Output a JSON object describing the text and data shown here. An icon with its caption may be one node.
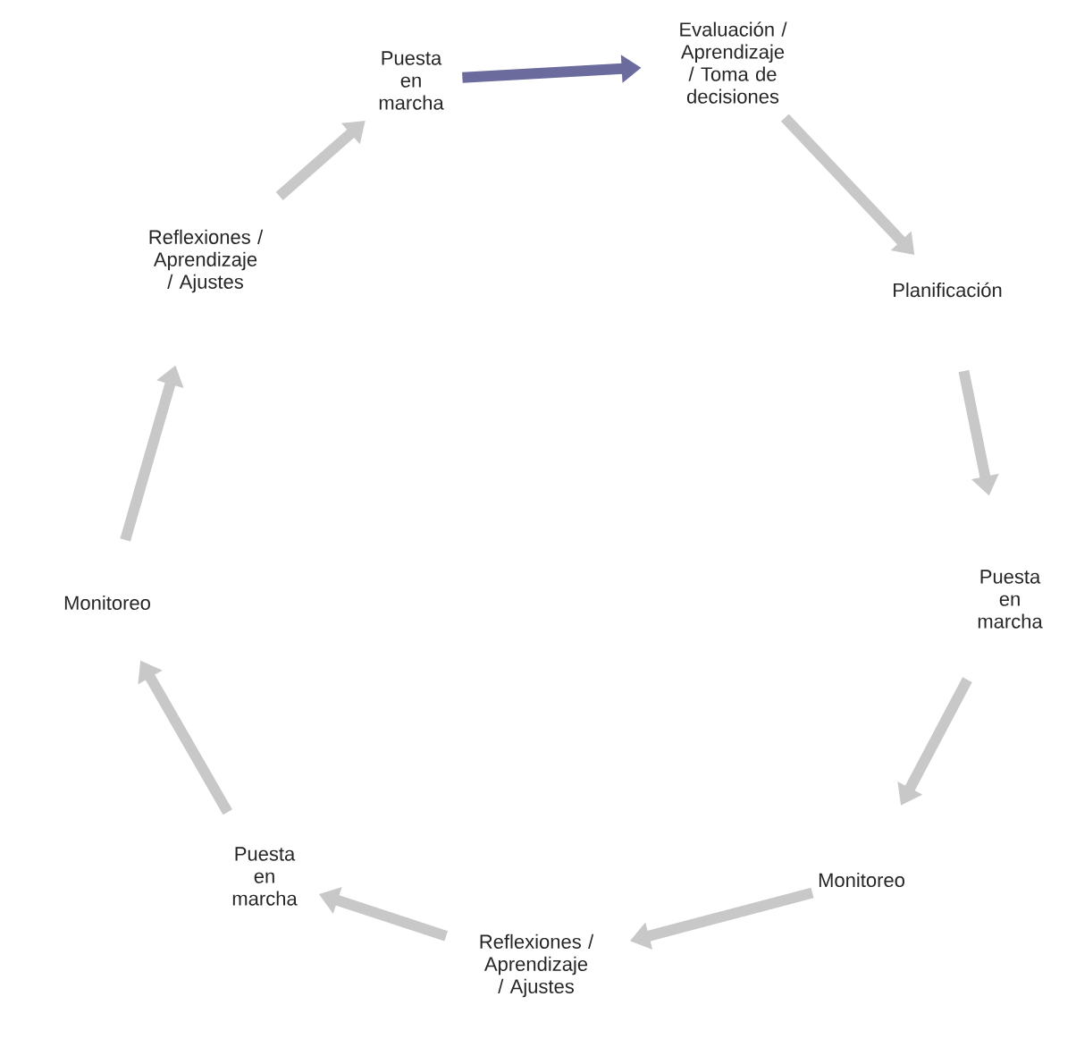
{
  "diagram": {
    "nodes": [
      {
        "text": [
          "Puesta en marcha"
        ]
      },
      {
        "text": [
          "Evaluación / Aprendizaje / Toma de decisiones"
        ]
      },
      {
        "text": [
          "Planificación"
        ]
      },
      {
        "text": [
          "Puesta en marcha"
        ]
      },
      {
        "text": [
          "Monitoreo"
        ]
      },
      {
        "text": [
          "Reflexiones / Aprendizaje / Ajustes"
        ]
      },
      {
        "text": [
          "Puesta en marcha"
        ]
      },
      {
        "text": [
          "Monitoreo"
        ]
      },
      {
        "text": [
          "Reflexiones / Aprendizaje / Ajustes"
        ]
      }
    ],
    "edges": [
      {
        "from": 0,
        "to": 1,
        "arrow": "to",
        "color": "#6b6b9e"
      },
      {
        "from": 1,
        "to": 2,
        "arrow": "to"
      },
      {
        "from": 2,
        "to": 3,
        "arrow": "to"
      },
      {
        "from": 3,
        "to": 4,
        "arrow": "to"
      },
      {
        "from": 4,
        "to": 5,
        "arrow": "to"
      },
      {
        "from": 5,
        "to": 6,
        "arrow": "to"
      },
      {
        "from": 6,
        "to": 7,
        "arrow": "to"
      },
      {
        "from": 7,
        "to": 8,
        "arrow": "to"
      },
      {
        "from": 8,
        "to": 0,
        "arrow": "to"
      }
    ]
  }
}
